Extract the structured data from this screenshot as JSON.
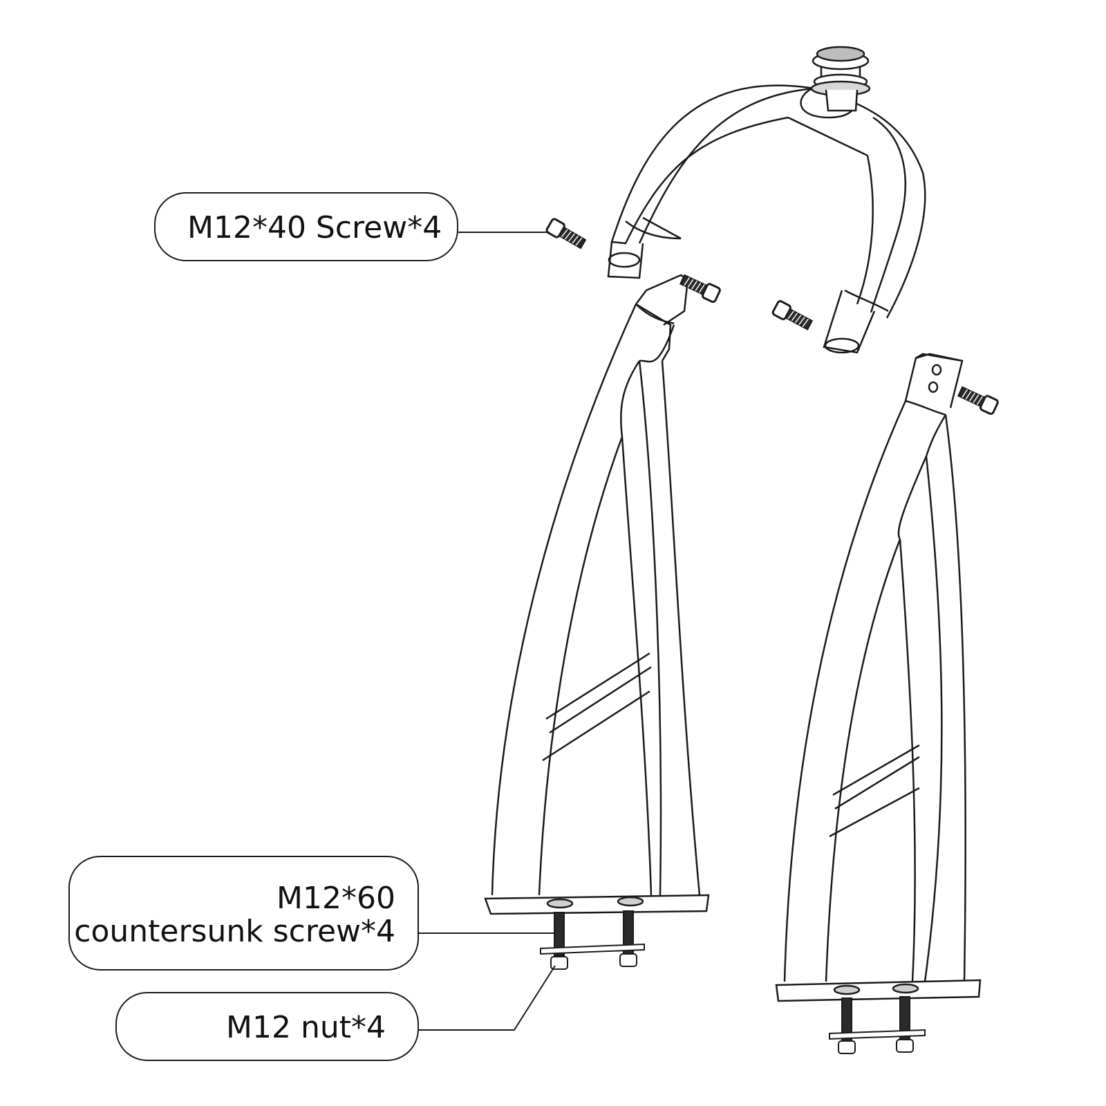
{
  "callouts": {
    "screw_m12x40": "M12*40 Screw*4",
    "screw_m12x60_line1": "M12*60",
    "screw_m12x60_line2": "countersunk screw*4",
    "nut_m12": "M12 nut*4"
  },
  "colors": {
    "line": "#1a1a1a",
    "background": "#ffffff",
    "hardware": "#2a2a2a"
  }
}
